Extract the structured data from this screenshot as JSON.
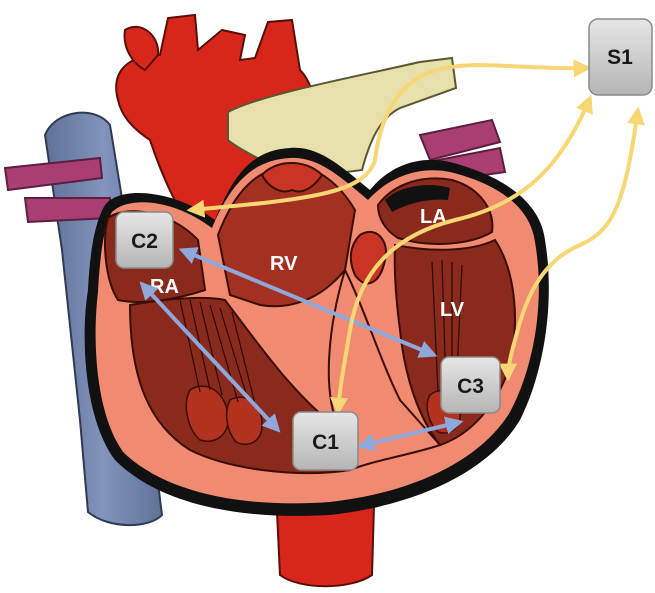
{
  "chambers": {
    "ra": "RA",
    "rv": "RV",
    "la": "LA",
    "lv": "LV"
  },
  "nodes": {
    "s1": "S1",
    "c1": "C1",
    "c2": "C2",
    "c3": "C3"
  },
  "colors": {
    "node_fill": "#cfcfcf",
    "yellow_arrow": "#f7d774",
    "blue_arrow": "#8fa8dc",
    "myocardium": "#f08a70",
    "cavity": "#8a2a1c",
    "aorta": "#d9261b",
    "pulmonary_artery": "#e8e0ab",
    "vena_cava": "#6c7ea8",
    "pulmonary_veins": "#a83e72"
  }
}
